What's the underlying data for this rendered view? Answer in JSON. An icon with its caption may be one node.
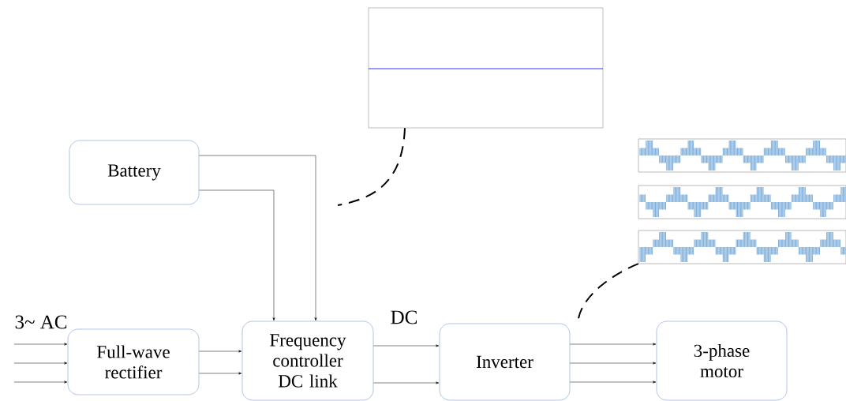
{
  "diagram": {
    "nodes": [
      {
        "text": [
          "Battery"
        ]
      },
      {
        "text": [
          "Full-wave rectifier"
        ]
      },
      {
        "text": [
          "Frequency controller DC link"
        ]
      },
      {
        "text": [
          "Inverter"
        ]
      },
      {
        "text": [
          "3-phase motor"
        ]
      },
      {
        "text": [],
        "shape": "picture"
      },
      {
        "text": [],
        "shape": "picture"
      }
    ],
    "edges": [
      {
        "from": null,
        "to": 1,
        "arrow": "to"
      },
      {
        "from": null,
        "to": 1,
        "arrow": "to"
      },
      {
        "from": null,
        "to": 1,
        "arrow": "to"
      },
      {
        "from": 1,
        "to": 2,
        "arrow": "to"
      },
      {
        "from": 1,
        "to": 2,
        "arrow": "to"
      },
      {
        "from": 0,
        "to": 2,
        "arrow": "to"
      },
      {
        "from": 0,
        "to": 2,
        "arrow": "to"
      },
      {
        "from": 2,
        "to": 3,
        "arrow": "to"
      },
      {
        "from": 2,
        "to": 3,
        "arrow": "to"
      },
      {
        "from": 3,
        "to": 4,
        "arrow": "to"
      },
      {
        "from": 3,
        "to": 4,
        "arrow": "to"
      },
      {
        "from": 3,
        "to": 4,
        "arrow": "to"
      },
      {
        "from": 5,
        "to": null,
        "arrow": "none",
        "style": "dashed"
      },
      {
        "from": 6,
        "to": 3,
        "arrow": "none",
        "style": "dashed"
      }
    ],
    "labels": [
      "3~ AC",
      "DC"
    ]
  }
}
